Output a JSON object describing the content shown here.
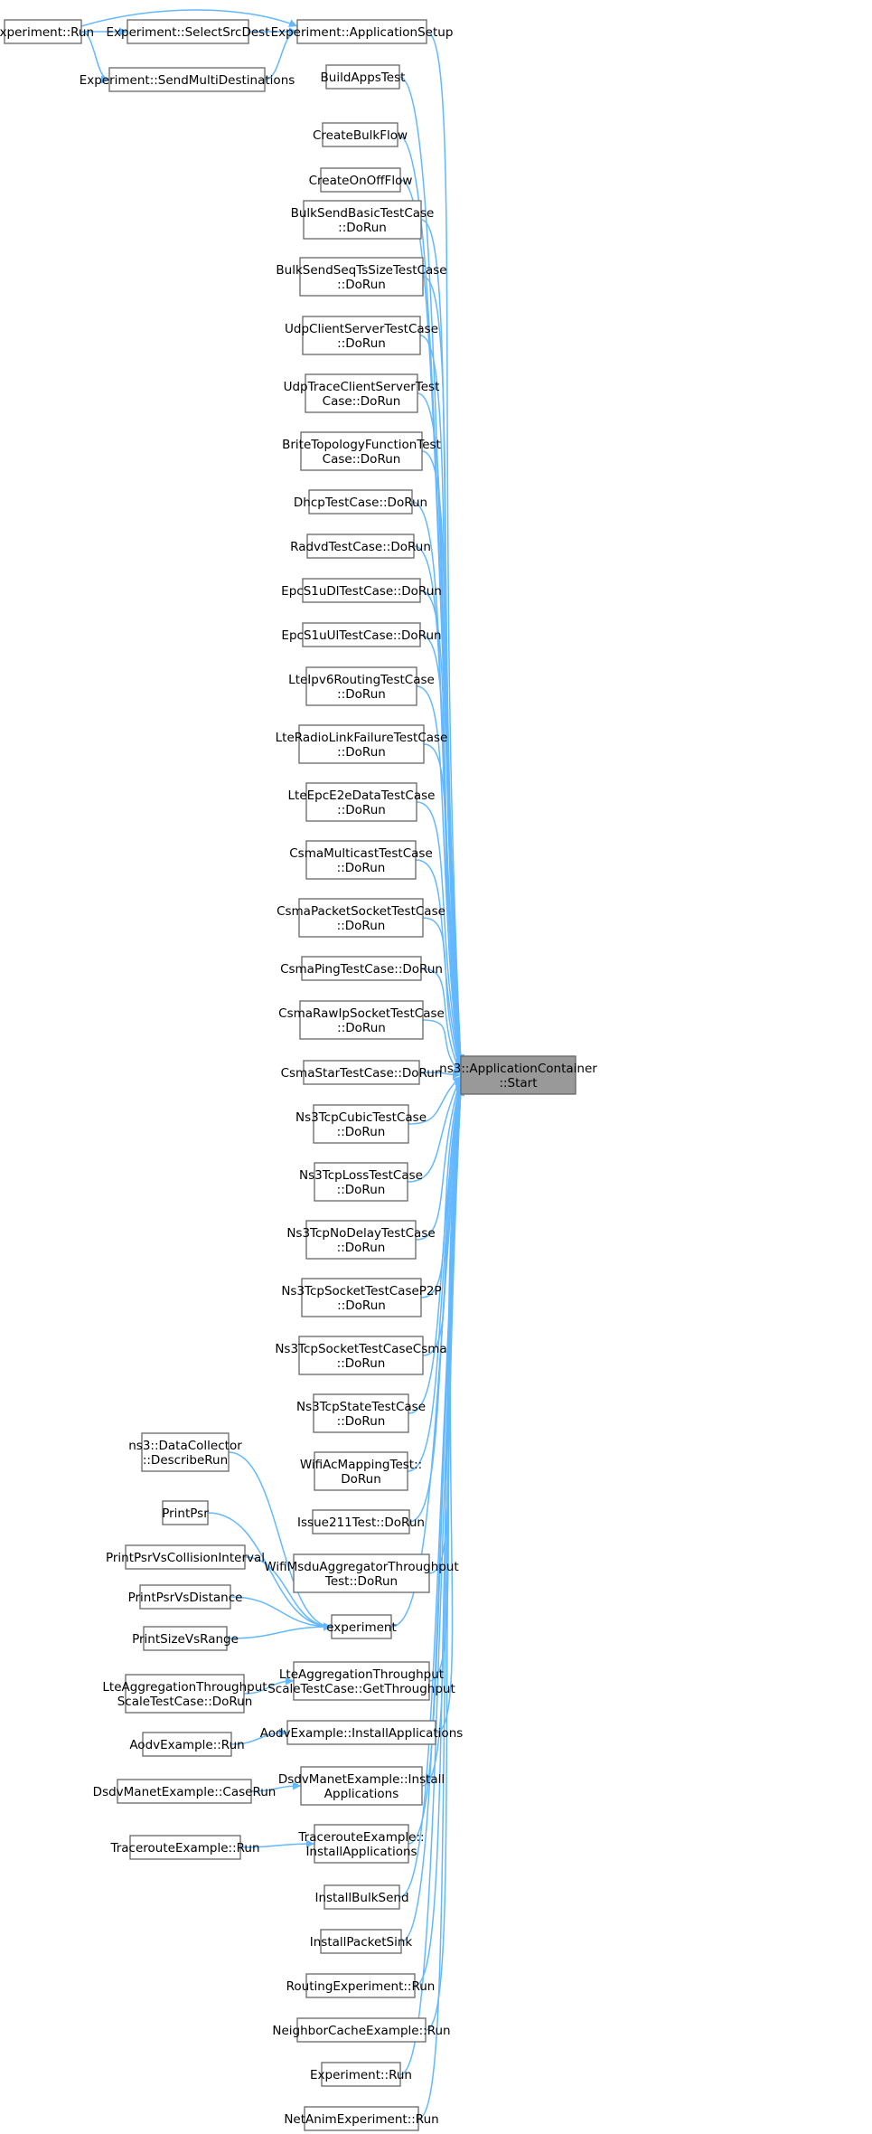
{
  "graph": {
    "colors": {
      "edge": "#63b8ff",
      "focus_fill": "#999999",
      "border": "#666666"
    },
    "focus": {
      "id": "target",
      "lines": [
        "ns3::ApplicationContainer",
        "::Start"
      ]
    },
    "nodes": [
      {
        "id": "exp_run_top",
        "lines": [
          "Experiment::Run"
        ]
      },
      {
        "id": "select_src",
        "lines": [
          "Experiment::SelectSrcDest"
        ]
      },
      {
        "id": "send_multi",
        "lines": [
          "Experiment::SendMultiDestinations"
        ]
      },
      {
        "id": "app_setup",
        "lines": [
          "Experiment::ApplicationSetup"
        ]
      },
      {
        "id": "build_apps",
        "lines": [
          "BuildAppsTest"
        ]
      },
      {
        "id": "create_bulk",
        "lines": [
          "CreateBulkFlow"
        ]
      },
      {
        "id": "create_onoff",
        "lines": [
          "CreateOnOffFlow"
        ]
      },
      {
        "id": "bulk_basic",
        "lines": [
          "BulkSendBasicTestCase",
          "::DoRun"
        ]
      },
      {
        "id": "bulk_seq",
        "lines": [
          "BulkSendSeqTsSizeTestCase",
          "::DoRun"
        ]
      },
      {
        "id": "udp_client",
        "lines": [
          "UdpClientServerTestCase",
          "::DoRun"
        ]
      },
      {
        "id": "udp_trace",
        "lines": [
          "UdpTraceClientServerTest",
          "Case::DoRun"
        ]
      },
      {
        "id": "brite",
        "lines": [
          "BriteTopologyFunctionTest",
          "Case::DoRun"
        ]
      },
      {
        "id": "dhcp",
        "lines": [
          "DhcpTestCase::DoRun"
        ]
      },
      {
        "id": "radvd",
        "lines": [
          "RadvdTestCase::DoRun"
        ]
      },
      {
        "id": "epc_dl",
        "lines": [
          "EpcS1uDlTestCase::DoRun"
        ]
      },
      {
        "id": "epc_ul",
        "lines": [
          "EpcS1uUlTestCase::DoRun"
        ]
      },
      {
        "id": "lte_ipv6",
        "lines": [
          "LteIpv6RoutingTestCase",
          "::DoRun"
        ]
      },
      {
        "id": "lte_rlf",
        "lines": [
          "LteRadioLinkFailureTestCase",
          "::DoRun"
        ]
      },
      {
        "id": "lte_e2e",
        "lines": [
          "LteEpcE2eDataTestCase",
          "::DoRun"
        ]
      },
      {
        "id": "csma_mc",
        "lines": [
          "CsmaMulticastTestCase",
          "::DoRun"
        ]
      },
      {
        "id": "csma_ps",
        "lines": [
          "CsmaPacketSocketTestCase",
          "::DoRun"
        ]
      },
      {
        "id": "csma_ping",
        "lines": [
          "CsmaPingTestCase::DoRun"
        ]
      },
      {
        "id": "csma_raw",
        "lines": [
          "CsmaRawIpSocketTestCase",
          "::DoRun"
        ]
      },
      {
        "id": "csma_star",
        "lines": [
          "CsmaStarTestCase::DoRun"
        ]
      },
      {
        "id": "tcp_cubic",
        "lines": [
          "Ns3TcpCubicTestCase",
          "::DoRun"
        ]
      },
      {
        "id": "tcp_loss",
        "lines": [
          "Ns3TcpLossTestCase",
          "::DoRun"
        ]
      },
      {
        "id": "tcp_nodelay",
        "lines": [
          "Ns3TcpNoDelayTestCase",
          "::DoRun"
        ]
      },
      {
        "id": "tcp_p2p",
        "lines": [
          "Ns3TcpSocketTestCaseP2P",
          "::DoRun"
        ]
      },
      {
        "id": "tcp_csma",
        "lines": [
          "Ns3TcpSocketTestCaseCsma",
          "::DoRun"
        ]
      },
      {
        "id": "tcp_state",
        "lines": [
          "Ns3TcpStateTestCase",
          "::DoRun"
        ]
      },
      {
        "id": "wifi_ac",
        "lines": [
          "WifiAcMappingTest::",
          "DoRun"
        ]
      },
      {
        "id": "issue211",
        "lines": [
          "Issue211Test::DoRun"
        ]
      },
      {
        "id": "wifi_msdu",
        "lines": [
          "WifiMsduAggregatorThroughput",
          "Test::DoRun"
        ]
      },
      {
        "id": "data_collector",
        "lines": [
          "ns3::DataCollector",
          "::DescribeRun"
        ]
      },
      {
        "id": "print_psr",
        "lines": [
          "PrintPsr"
        ]
      },
      {
        "id": "print_psr_coll",
        "lines": [
          "PrintPsrVsCollisionInterval"
        ]
      },
      {
        "id": "print_psr_dist",
        "lines": [
          "PrintPsrVsDistance"
        ]
      },
      {
        "id": "print_size",
        "lines": [
          "PrintSizeVsRange"
        ]
      },
      {
        "id": "experiment",
        "lines": [
          "experiment"
        ]
      },
      {
        "id": "lte_agg_run",
        "lines": [
          "LteAggregationThroughput",
          "ScaleTestCase::DoRun"
        ]
      },
      {
        "id": "lte_agg_get",
        "lines": [
          "LteAggregationThroughput",
          "ScaleTestCase::GetThroughput"
        ]
      },
      {
        "id": "aodv_run",
        "lines": [
          "AodvExample::Run"
        ]
      },
      {
        "id": "aodv_install",
        "lines": [
          "AodvExample::InstallApplications"
        ]
      },
      {
        "id": "dsdv_case",
        "lines": [
          "DsdvManetExample::CaseRun"
        ]
      },
      {
        "id": "dsdv_install",
        "lines": [
          "DsdvManetExample::Install",
          "Applications"
        ]
      },
      {
        "id": "trace_run",
        "lines": [
          "TracerouteExample::Run"
        ]
      },
      {
        "id": "trace_install",
        "lines": [
          "TracerouteExample::",
          "InstallApplications"
        ]
      },
      {
        "id": "install_bulk",
        "lines": [
          "InstallBulkSend"
        ]
      },
      {
        "id": "install_sink",
        "lines": [
          "InstallPacketSink"
        ]
      },
      {
        "id": "routing_run",
        "lines": [
          "RoutingExperiment::Run"
        ]
      },
      {
        "id": "neighbor_run",
        "lines": [
          "NeighborCacheExample::Run"
        ]
      },
      {
        "id": "exp_run_bottom",
        "lines": [
          "Experiment::Run"
        ]
      },
      {
        "id": "netanim_run",
        "lines": [
          "NetAnimExperiment::Run"
        ]
      }
    ],
    "edges": [
      [
        "exp_run_top",
        "select_src"
      ],
      [
        "exp_run_top",
        "send_multi"
      ],
      [
        "exp_run_top",
        "app_setup"
      ],
      [
        "select_src",
        "app_setup"
      ],
      [
        "send_multi",
        "app_setup"
      ],
      [
        "app_setup",
        "target"
      ],
      [
        "build_apps",
        "target"
      ],
      [
        "create_bulk",
        "target"
      ],
      [
        "create_onoff",
        "target"
      ],
      [
        "bulk_basic",
        "target"
      ],
      [
        "bulk_seq",
        "target"
      ],
      [
        "udp_client",
        "target"
      ],
      [
        "udp_trace",
        "target"
      ],
      [
        "brite",
        "target"
      ],
      [
        "dhcp",
        "target"
      ],
      [
        "radvd",
        "target"
      ],
      [
        "epc_dl",
        "target"
      ],
      [
        "epc_ul",
        "target"
      ],
      [
        "lte_ipv6",
        "target"
      ],
      [
        "lte_rlf",
        "target"
      ],
      [
        "lte_e2e",
        "target"
      ],
      [
        "csma_mc",
        "target"
      ],
      [
        "csma_ps",
        "target"
      ],
      [
        "csma_ping",
        "target"
      ],
      [
        "csma_raw",
        "target"
      ],
      [
        "csma_star",
        "target"
      ],
      [
        "tcp_cubic",
        "target"
      ],
      [
        "tcp_loss",
        "target"
      ],
      [
        "tcp_nodelay",
        "target"
      ],
      [
        "tcp_p2p",
        "target"
      ],
      [
        "tcp_csma",
        "target"
      ],
      [
        "tcp_state",
        "target"
      ],
      [
        "wifi_ac",
        "target"
      ],
      [
        "issue211",
        "target"
      ],
      [
        "wifi_msdu",
        "target"
      ],
      [
        "data_collector",
        "experiment"
      ],
      [
        "print_psr",
        "experiment"
      ],
      [
        "print_psr_coll",
        "experiment"
      ],
      [
        "print_psr_dist",
        "experiment"
      ],
      [
        "print_size",
        "experiment"
      ],
      [
        "experiment",
        "target"
      ],
      [
        "lte_agg_run",
        "lte_agg_get"
      ],
      [
        "lte_agg_get",
        "target"
      ],
      [
        "aodv_run",
        "aodv_install"
      ],
      [
        "aodv_install",
        "target"
      ],
      [
        "dsdv_case",
        "dsdv_install"
      ],
      [
        "dsdv_install",
        "target"
      ],
      [
        "trace_run",
        "trace_install"
      ],
      [
        "trace_install",
        "target"
      ],
      [
        "install_bulk",
        "target"
      ],
      [
        "install_sink",
        "target"
      ],
      [
        "routing_run",
        "target"
      ],
      [
        "neighbor_run",
        "target"
      ],
      [
        "exp_run_bottom",
        "target"
      ],
      [
        "netanim_run",
        "target"
      ]
    ]
  }
}
